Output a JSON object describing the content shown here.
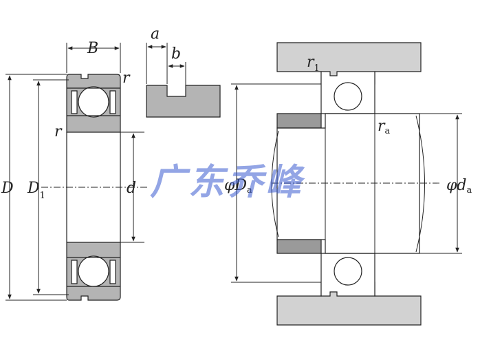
{
  "labels": {
    "B": "B",
    "a": "a",
    "b": "b",
    "r_top": "r",
    "r_side": "r",
    "D": "D",
    "D1_main": "D",
    "D1_sub": "1",
    "d": "d",
    "r1_main": "r",
    "r1_sub": "1",
    "ra_main": "r",
    "ra_sub": "a",
    "phi_Da_phi": "φ",
    "phi_Da_main": "D",
    "phi_Da_sub": "a",
    "phi_da_phi": "φ",
    "phi_da_main": "d",
    "phi_da_sub": "a"
  },
  "watermark": "广东乔峰",
  "colors": {
    "section_gray": "#b4b4b4",
    "housing_gray": "#d2d2d2",
    "shaft_dark": "#9a9a9a",
    "line": "#222222",
    "watermark": "#3a5bd0"
  }
}
